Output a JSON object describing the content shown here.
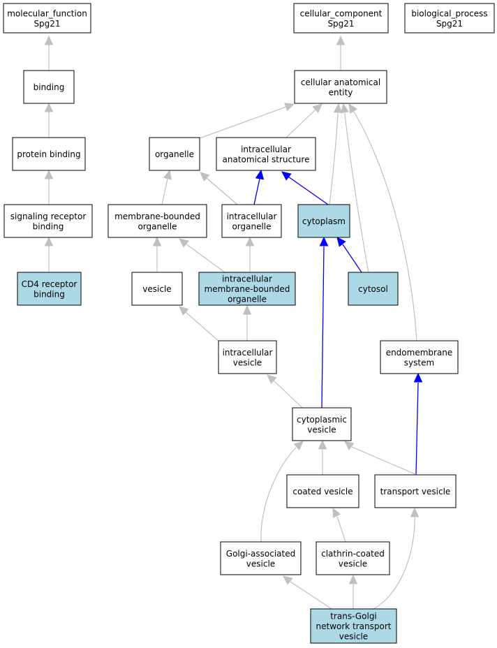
{
  "colors": {
    "highlight_fill": "#add8e6",
    "default_fill": "#ffffff",
    "gray_edge": "#c0c0c0",
    "blue_edge": "#0000ff"
  },
  "nodes": [
    {
      "id": "mf",
      "lines": [
        "molecular_function",
        "Spg21"
      ],
      "highlight": false
    },
    {
      "id": "cc",
      "lines": [
        "cellular_component",
        "Spg21"
      ],
      "highlight": false
    },
    {
      "id": "bp",
      "lines": [
        "biological_process",
        "Spg21"
      ],
      "highlight": false
    },
    {
      "id": "binding",
      "lines": [
        "binding"
      ],
      "highlight": false
    },
    {
      "id": "cae",
      "lines": [
        "cellular anatomical",
        "entity"
      ],
      "highlight": false
    },
    {
      "id": "pb",
      "lines": [
        "protein binding"
      ],
      "highlight": false
    },
    {
      "id": "organelle",
      "lines": [
        "organelle"
      ],
      "highlight": false
    },
    {
      "id": "ias",
      "lines": [
        "intracellular",
        "anatomical structure"
      ],
      "highlight": false
    },
    {
      "id": "srb",
      "lines": [
        "signaling receptor",
        "binding"
      ],
      "highlight": false
    },
    {
      "id": "mbo",
      "lines": [
        "membrane-bounded",
        "organelle"
      ],
      "highlight": false
    },
    {
      "id": "io",
      "lines": [
        "intracellular",
        "organelle"
      ],
      "highlight": false
    },
    {
      "id": "cytoplasm",
      "lines": [
        "cytoplasm"
      ],
      "highlight": true
    },
    {
      "id": "cd4",
      "lines": [
        "CD4 receptor",
        "binding"
      ],
      "highlight": true
    },
    {
      "id": "vesicle",
      "lines": [
        "vesicle"
      ],
      "highlight": false
    },
    {
      "id": "imbo",
      "lines": [
        "intracellular",
        "membrane-bounded",
        "organelle"
      ],
      "highlight": true
    },
    {
      "id": "cytosol",
      "lines": [
        "cytosol"
      ],
      "highlight": true
    },
    {
      "id": "iv",
      "lines": [
        "intracellular",
        "vesicle"
      ],
      "highlight": false
    },
    {
      "id": "es",
      "lines": [
        "endomembrane",
        "system"
      ],
      "highlight": false
    },
    {
      "id": "cv",
      "lines": [
        "cytoplasmic",
        "vesicle"
      ],
      "highlight": false
    },
    {
      "id": "coated",
      "lines": [
        "coated vesicle"
      ],
      "highlight": false
    },
    {
      "id": "tv",
      "lines": [
        "transport vesicle"
      ],
      "highlight": false
    },
    {
      "id": "gav",
      "lines": [
        "Golgi-associated",
        "vesicle"
      ],
      "highlight": false
    },
    {
      "id": "ccv",
      "lines": [
        "clathrin-coated",
        "vesicle"
      ],
      "highlight": false
    },
    {
      "id": "tgn",
      "lines": [
        "trans-Golgi",
        "network transport",
        "vesicle"
      ],
      "highlight": true
    }
  ],
  "edges": [
    {
      "from": "binding",
      "to": "mf",
      "color": "gray"
    },
    {
      "from": "pb",
      "to": "binding",
      "color": "gray"
    },
    {
      "from": "srb",
      "to": "pb",
      "color": "gray"
    },
    {
      "from": "cd4",
      "to": "srb",
      "color": "gray"
    },
    {
      "from": "cae",
      "to": "cc",
      "color": "gray"
    },
    {
      "from": "organelle",
      "to": "cae",
      "color": "gray"
    },
    {
      "from": "ias",
      "to": "cae",
      "color": "gray"
    },
    {
      "from": "cytoplasm",
      "to": "cae",
      "color": "gray"
    },
    {
      "from": "cytosol",
      "to": "cae",
      "color": "gray"
    },
    {
      "from": "es",
      "to": "cae",
      "color": "gray"
    },
    {
      "from": "mbo",
      "to": "organelle",
      "color": "gray"
    },
    {
      "from": "io",
      "to": "organelle",
      "color": "gray"
    },
    {
      "from": "io",
      "to": "ias",
      "color": "blue"
    },
    {
      "from": "cytoplasm",
      "to": "ias",
      "color": "blue"
    },
    {
      "from": "vesicle",
      "to": "mbo",
      "color": "gray"
    },
    {
      "from": "imbo",
      "to": "mbo",
      "color": "gray"
    },
    {
      "from": "imbo",
      "to": "io",
      "color": "gray"
    },
    {
      "from": "cytosol",
      "to": "cytoplasm",
      "color": "blue"
    },
    {
      "from": "cv",
      "to": "cytoplasm",
      "color": "blue"
    },
    {
      "from": "iv",
      "to": "vesicle",
      "color": "gray"
    },
    {
      "from": "iv",
      "to": "imbo",
      "color": "gray"
    },
    {
      "from": "cv",
      "to": "iv",
      "color": "gray"
    },
    {
      "from": "tv",
      "to": "es",
      "color": "blue"
    },
    {
      "from": "coated",
      "to": "cv",
      "color": "gray"
    },
    {
      "from": "tv",
      "to": "cv",
      "color": "gray"
    },
    {
      "from": "gav",
      "to": "cv",
      "color": "gray"
    },
    {
      "from": "ccv",
      "to": "coated",
      "color": "gray"
    },
    {
      "from": "tgn",
      "to": "gav",
      "color": "gray"
    },
    {
      "from": "tgn",
      "to": "ccv",
      "color": "gray"
    },
    {
      "from": "tgn",
      "to": "tv",
      "color": "gray"
    }
  ]
}
